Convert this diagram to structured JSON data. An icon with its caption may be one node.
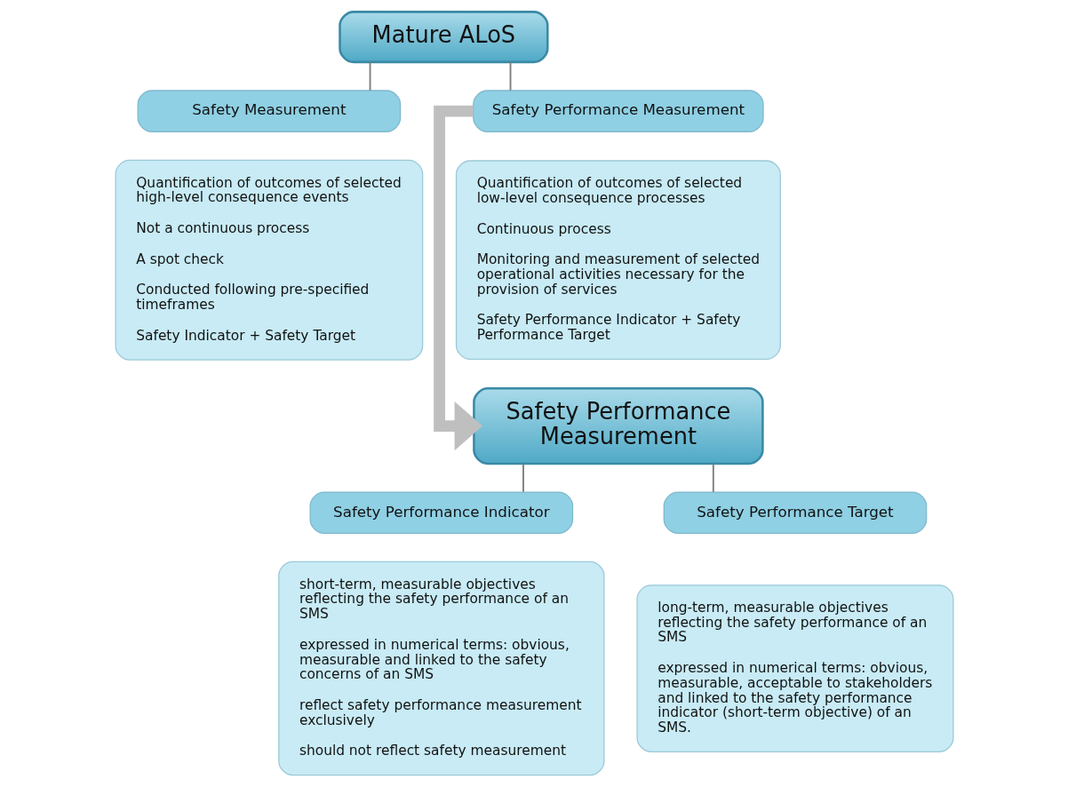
{
  "diagram": {
    "nodes": [
      {
        "text": [
          "Mature ALoS"
        ]
      },
      {
        "text": [
          "Safety Measurement"
        ]
      },
      {
        "text": [
          "Safety Performance Measurement"
        ]
      },
      {
        "text": [
          "Quantification of outcomes of selected high-level consequence events",
          "Not a continuous process",
          "A spot check",
          "Conducted following pre-specified timeframes",
          "Safety Indicator + Safety Target"
        ]
      },
      {
        "text": [
          "Quantification of outcomes of selected low-level consequence processes",
          "Continuous process",
          "Monitoring and measurement of selected operational activities necessary for the provision of services",
          "Safety Performance Indicator + Safety Performance Target"
        ]
      },
      {
        "text": [
          "Safety Performance Measurement"
        ]
      },
      {
        "text": [
          "Safety Performance Indicator"
        ]
      },
      {
        "text": [
          "Safety Performance Target"
        ]
      },
      {
        "text": [
          "short-term, measurable objectives reflecting the safety performance of an SMS",
          "expressed in numerical terms: obvious, measurable and linked to the safety concerns of an SMS",
          "reflect safety performance measurement exclusively",
          "should not reflect safety measurement"
        ]
      },
      {
        "text": [
          "long-term, measurable objectives reflecting the safety performance of an SMS",
          "expressed in numerical terms: obvious, measurable, acceptable to stakeholders and linked to the safety performance indicator (short-term objective) of an SMS."
        ]
      }
    ],
    "edges": [
      {
        "from": 0,
        "to": 1,
        "arrow": "none"
      },
      {
        "from": 0,
        "to": 2,
        "arrow": "none"
      },
      {
        "from": 2,
        "to": 5,
        "arrow": "to",
        "style": "thick",
        "color": "#bfbfbf"
      },
      {
        "from": 5,
        "to": 6,
        "arrow": "none"
      },
      {
        "from": 5,
        "to": 7,
        "arrow": "none"
      }
    ]
  }
}
